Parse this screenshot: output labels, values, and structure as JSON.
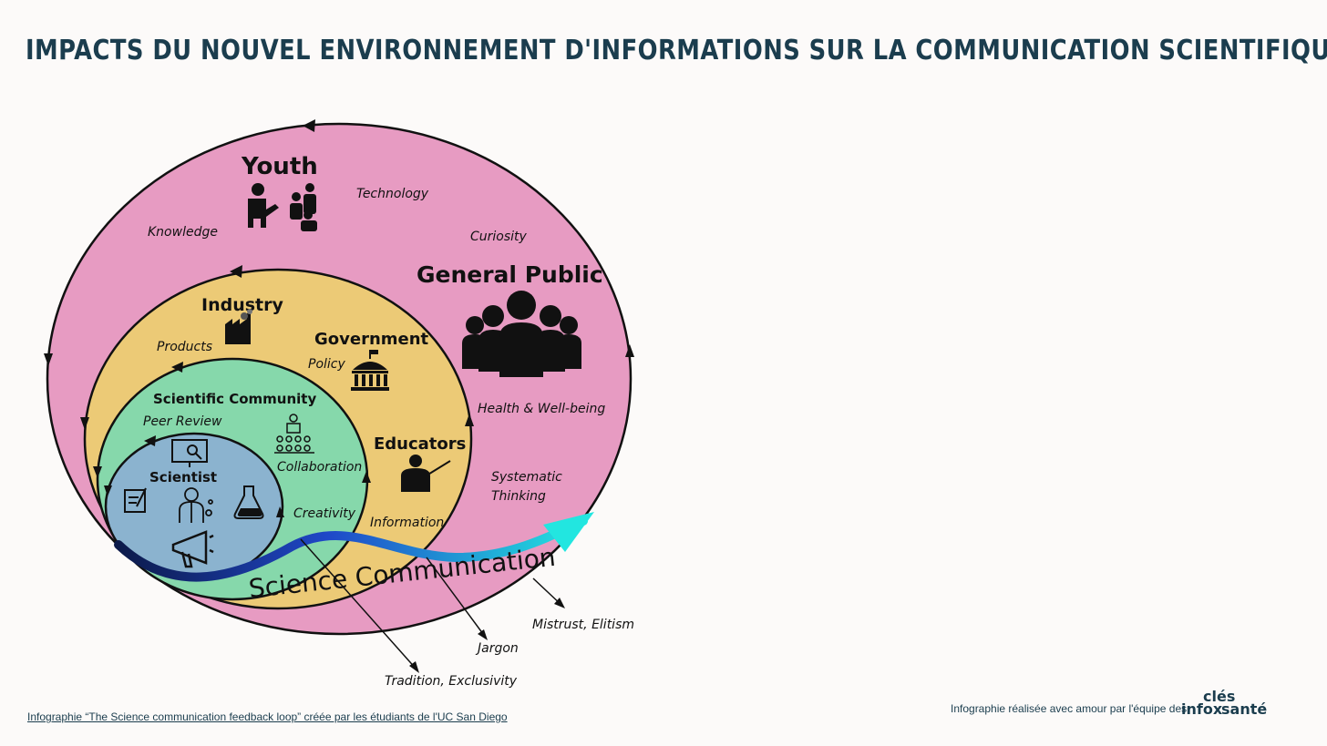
{
  "title": "IMPACTS DU NOUVEL ENVIRONNEMENT D'INFORMATIONS SUR LA COMMUNICATION SCIENTIFIQUE",
  "rings": {
    "youth": "Youth",
    "general_public": "General Public",
    "industry": "Industry",
    "government": "Government",
    "educators": "Educators",
    "scientific_community": "Scientific Community",
    "scientist": "Scientist",
    "science_communication": "Science Communication"
  },
  "values": {
    "technology": "Technology",
    "knowledge": "Knowledge",
    "curiosity": "Curiosity",
    "products": "Products",
    "policy": "Policy",
    "health": "Health & Well-being",
    "systematic_1": "Systematic",
    "systematic_2": "Thinking",
    "peer_review": "Peer Review",
    "collaboration": "Collaboration",
    "creativity": "Creativity",
    "information": "Information"
  },
  "barriers": {
    "mistrust": "Mistrust, Elitism",
    "jargon": "Jargon",
    "tradition": "Tradition, Exclusivity"
  },
  "colors": {
    "outer": "#e79bc2",
    "middle": "#ecca76",
    "inner": "#86d8ab",
    "core": "#8bb3cf",
    "title": "#1b3d4e"
  },
  "credit": "Infographie “The Science communication feedback loop” créée par les étudiants de l'UC San Diego",
  "footer": {
    "text": "Infographie réalisée avec amour par l'équipe des",
    "logo_cles": "clés",
    "logo_infox": "infox",
    "logo_sante": "santé"
  }
}
